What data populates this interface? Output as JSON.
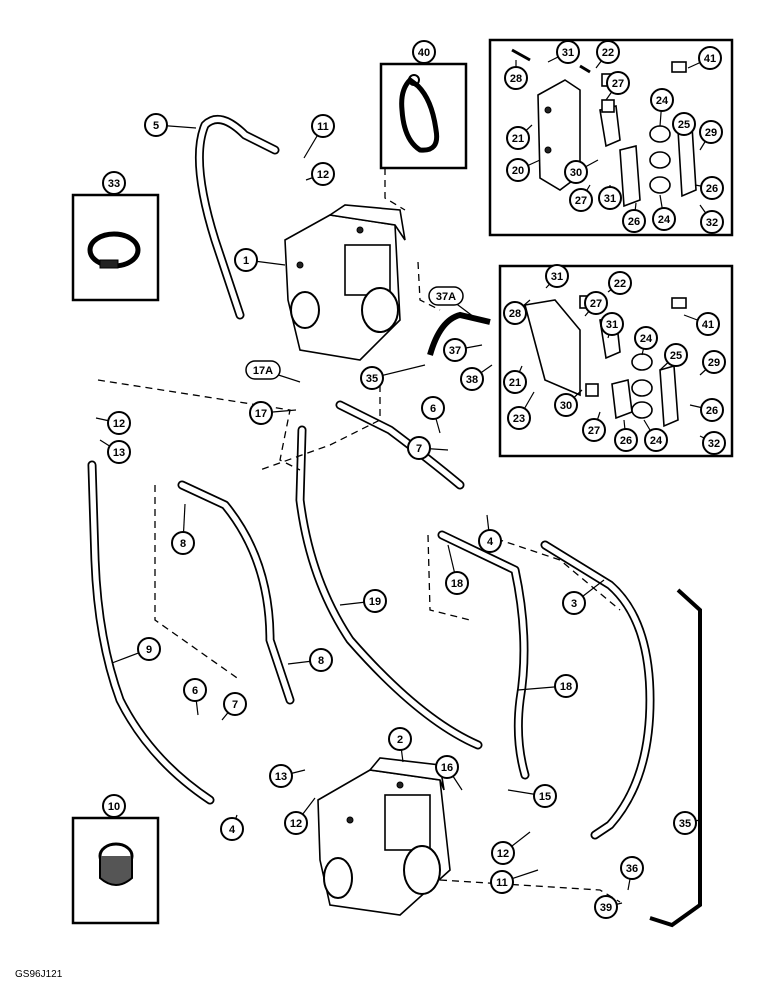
{
  "drawing_code": "GS96J121",
  "callouts": {
    "c1": "1",
    "c2": "2",
    "c3": "3",
    "c4a": "4",
    "c4b": "4",
    "c5": "5",
    "c6a": "6",
    "c6b": "6",
    "c7a": "7",
    "c7b": "7",
    "c8a": "8",
    "c8b": "8",
    "c9": "9",
    "c10": "10",
    "c11a": "11",
    "c11b": "11",
    "c12a": "12",
    "c12b": "12",
    "c12c": "12",
    "c12d": "12",
    "c13a": "13",
    "c13b": "13",
    "c15": "15",
    "c16": "16",
    "c17": "17",
    "c17A": "17A",
    "c18a": "18",
    "c18b": "18",
    "c19": "19",
    "c20": "20",
    "c21a": "21",
    "c21b": "21",
    "c22a": "22",
    "c22b": "22",
    "c23": "23",
    "c24a": "24",
    "c24b": "24",
    "c24c": "24",
    "c24d": "24",
    "c25a": "25",
    "c25b": "25",
    "c26a": "26",
    "c26b": "26",
    "c26c": "26",
    "c26d": "26",
    "c27a": "27",
    "c27b": "27",
    "c27c": "27",
    "c27d": "27",
    "c28a": "28",
    "c28b": "28",
    "c29a": "29",
    "c29b": "29",
    "c30a": "30",
    "c30b": "30",
    "c31a": "31",
    "c31b": "31",
    "c31c": "31",
    "c31d": "31",
    "c32a": "32",
    "c32b": "32",
    "c33": "33",
    "c35a": "35",
    "c35b": "35",
    "c36": "36",
    "c37": "37",
    "c37A": "37A",
    "c38": "38",
    "c39": "39",
    "c40": "40",
    "c41a": "41",
    "c41b": "41"
  }
}
